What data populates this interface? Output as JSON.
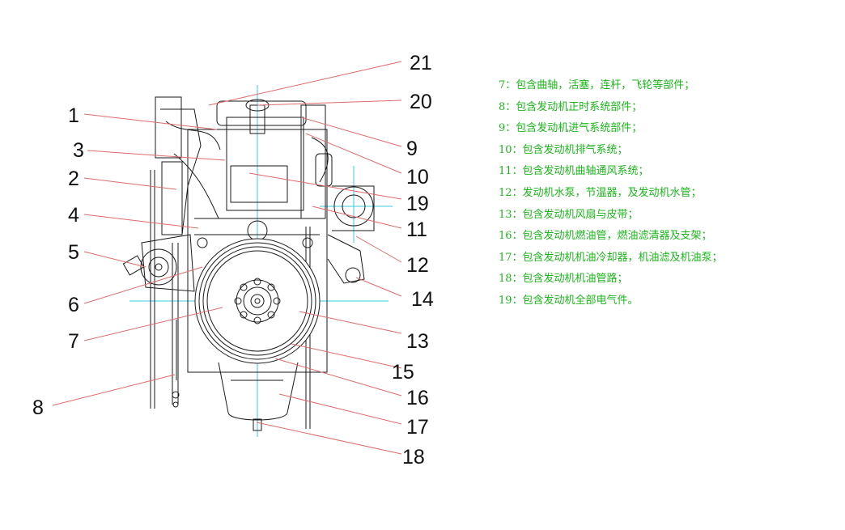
{
  "callouts": [
    "1",
    "2",
    "3",
    "4",
    "5",
    "6",
    "7",
    "8",
    "9",
    "10",
    "11",
    "12",
    "13",
    "14",
    "15",
    "16",
    "17",
    "18",
    "19",
    "20",
    "21"
  ],
  "legend": [
    "7：包含曲轴，活塞，连杆，飞轮等部件；",
    "8：包含发动机正时系统部件；",
    "9：包含发动机进气系统部件；",
    "10：包含发动机排气系统；",
    "11：包含发动机曲轴通风系统；",
    "12：发动机水泵，节温器，及发动机水管；",
    "13：包含发动机风扇与皮带；",
    "16：包含发动机燃油管，燃油滤清器及支架；",
    "17：包含发动机机油冷却器，机油滤及机油泵；",
    "18：包含发动机机油管路；",
    "19：包含发动机全部电气件。"
  ],
  "colors": {
    "legend_text": "#19b619",
    "leader_line": "#e06a6a",
    "centerline": "#39c9dd",
    "outline": "#1a1a1a"
  }
}
